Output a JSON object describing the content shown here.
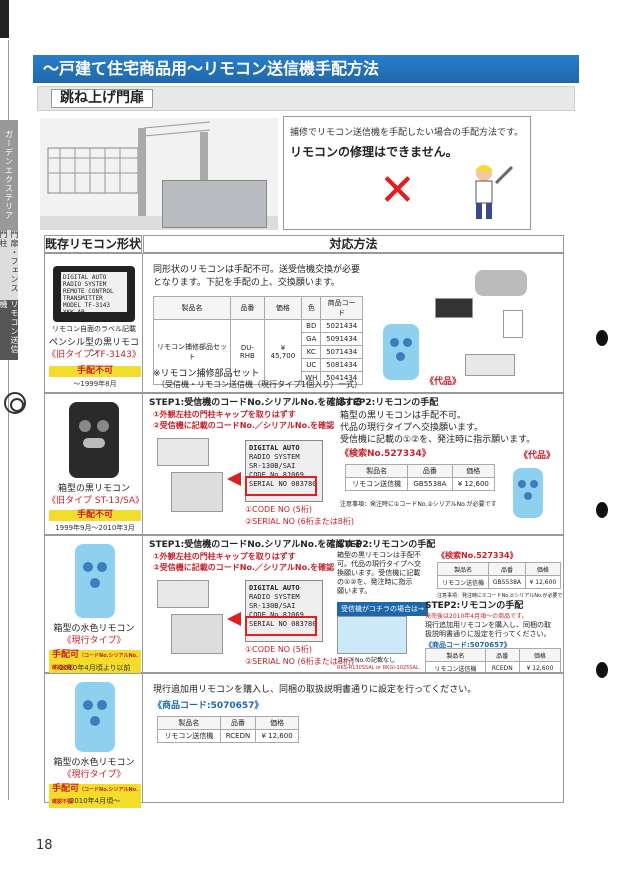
{
  "page_number": "18",
  "side_tabs": [
    "ガーデンエクステリア",
    "門扉・フェンス門柱",
    "リモコン送信機"
  ],
  "header": {
    "title": "～戸建て住宅商品用～リモコン送信機手配方法",
    "subtitle": "跳ね上げ門扉"
  },
  "intro": {
    "line1": "捕修でリモコン送信機を手配したい場合の手配方法です。",
    "line2": "リモコンの修理はできません。"
  },
  "table_header": {
    "left": "既存リモコン形状",
    "right": "対応方法"
  },
  "rows": [
    {
      "remote_label_lines": [
        "DIGITAL AUTO",
        "RADIO SYSTEM",
        "REMOTE CONTROL",
        "TRANSMITTER",
        "MODEL TF-3143",
        "YKK AP"
      ],
      "label_caption": "リモコン自面のラベル記載",
      "name": "ペンシル型の黒リモコン",
      "type": "《旧タイプ TF-3143》",
      "tag": "手配不可",
      "tag_sub": "～1999年8月",
      "desc1": "同形状のリモコンは手配不可。送受信機交換が必要",
      "desc2": "となります。下記を手配の上、交換願います。",
      "table_headers": [
        "製品名",
        "品番",
        "価格",
        "色",
        "商品コード"
      ],
      "product_name": "リモコン捕修部品セット",
      "product_code": "DU-RHB",
      "price": "¥ 45,700",
      "colors": [
        {
          "c": "BD",
          "code": "5021434"
        },
        {
          "c": "GA",
          "code": "5091434"
        },
        {
          "c": "KC",
          "code": "5071434"
        },
        {
          "c": "UC",
          "code": "5081434"
        },
        {
          "c": "WH",
          "code": "5041434"
        }
      ],
      "note1": "※リモコン捕修部品セット",
      "note2": "（受信機・リモコン送信機（現行タイプ1個入り）一式）",
      "daihin": "《代品》"
    },
    {
      "name": "箱型の黒リモコン",
      "type": "《旧タイプ ST-13/SA》",
      "tag": "手配不可",
      "tag_sub": "1999年9月～2010年3月",
      "step1_title": "STEP1:受信機のコードNo.シリアルNo.を確認する",
      "step1_a": "①外観左柱の門柱キャップを取りはずす",
      "step1_b": "②受信機に記載のコードNo.／シリアルNo.を確認",
      "sticker_lines": [
        "DIGITAL AUTO",
        "RADIO SYSTEM",
        "SR-130B/SAI",
        "CODE No 8J069",
        "SERIAL NO 083780"
      ],
      "code_no": "①CODE NO",
      "code_no_sub": "(5桁)",
      "serial_no": "②SERIAL NO",
      "serial_no_sub": "(6桁または8桁)",
      "step2_title": "STEP2:リモコンの手配",
      "step2_l1": "箱型の黒リモコンは手配不可。",
      "step2_l2": "代品の現行タイプへ交換願います。",
      "step2_l3": "受信機に記載の①②を、発注時に指示願います。",
      "search_no": "《検索No.527334》",
      "daihin": "《代品》",
      "table_headers": [
        "製品名",
        "品番",
        "価格"
      ],
      "product_name": "リモコン送信機",
      "product_code": "GB5538A",
      "price": "¥ 12,600",
      "note": "注意事項：発注時に①コードNo.②シリアルNo.が必要です"
    },
    {
      "name": "箱型の水色リモコン",
      "type": "《現行タイプ》",
      "tag": "手配可",
      "tag_note": "（コードNo.シリアルNo.確認必要）",
      "tag_sub": "2010年4月頃より以前",
      "step1_title": "STEP1:受信機のコードNo.シリアルNo.を確認する",
      "step1_a": "①外観左柱の門柱キャップを取りはずす",
      "step1_b": "②受信機に記載のコードNo.／シリアルNo.を確認",
      "sticker_lines": [
        "DIGITAL AUTO",
        "RADIO SYSTEM",
        "SR-130B/SAI",
        "CODE No 8J069",
        "SERIAL NO 083780"
      ],
      "code_no": "①CODE NO",
      "code_no_sub": "(5桁)",
      "serial_no": "②SERIAL NO",
      "serial_no_sub": "(6桁または8桁)",
      "step2_title": "STEP2:リモコンの手配",
      "step2_l1": "箱型の黒リモコンは手配不",
      "step2_l2": "可。代品の現行タイプへ交",
      "step2_l3": "換願います。受信機に記載",
      "step2_l4": "の①②を、発注時に指示",
      "step2_l5": "願います。",
      "search_no": "《検索No.527334》",
      "table_headers": [
        "製品名",
        "品番",
        "価格"
      ],
      "product_name": "リモコン送信機",
      "product_code": "GB5538A",
      "price": "¥ 12,600",
      "note_small": "注意事項：発注時に①コードNo.②シリアルNo.が必要です",
      "notice_badge": "受信機がコチラの場合は→",
      "notice_caption": "コードNo.の記載なし",
      "notice_models": "RKS-R130SSAL or RKGI-1025SAL",
      "step2b_title": "STEP2:リモコンの手配",
      "step2b_l1": "発売後は2010年4月頃～の商品です。",
      "step2b_l2": "現行追加用リモコンを購入し、同梱の取",
      "step2b_l3": "扱説明書通りに設定を行ってください。",
      "product_code_label": "《商品コード:5070657》",
      "product_code2": "RCEDN"
    },
    {
      "name": "箱型の水色リモコン",
      "type": "《現行タイプ》",
      "tag": "手配可",
      "tag_note": "（コードNo.シリアルNo.確認不要）",
      "tag_sub": "2010年4月頃～",
      "desc": "現行追加用リモコンを購入し、同梱の取扱説明書通りに設定を行ってください。",
      "product_code_label": "《商品コード:5070657》",
      "table_headers": [
        "製品名",
        "品番",
        "価格"
      ],
      "product_name": "リモコン送信機",
      "product_code": "RCEDN",
      "price": "¥ 12,600"
    }
  ]
}
